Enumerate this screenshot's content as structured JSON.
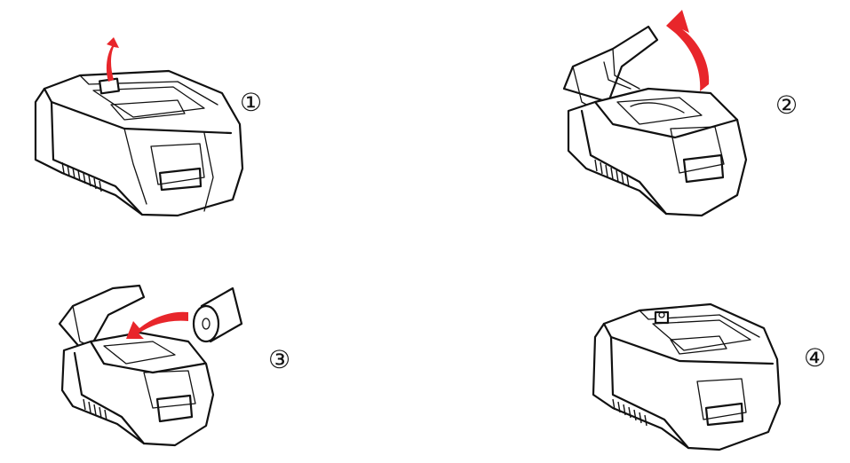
{
  "steps": [
    {
      "label": "①",
      "description_icon": "printer-open-lever-icon"
    },
    {
      "label": "②",
      "description_icon": "printer-lift-cover-icon"
    },
    {
      "label": "③",
      "description_icon": "printer-insert-roll-icon"
    },
    {
      "label": "④",
      "description_icon": "printer-close-cover-icon"
    }
  ],
  "colors": {
    "arrow": "#e8262b",
    "line": "#111111",
    "background": "#ffffff"
  }
}
